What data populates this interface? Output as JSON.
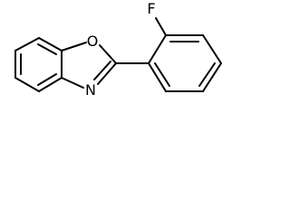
{
  "molecule": {
    "atoms": {
      "oxygen": "O",
      "nitrogen": "N",
      "fluorine": "F"
    }
  },
  "colors": {
    "bond": "#000000",
    "label": "#000000",
    "background": "#ffffff"
  }
}
